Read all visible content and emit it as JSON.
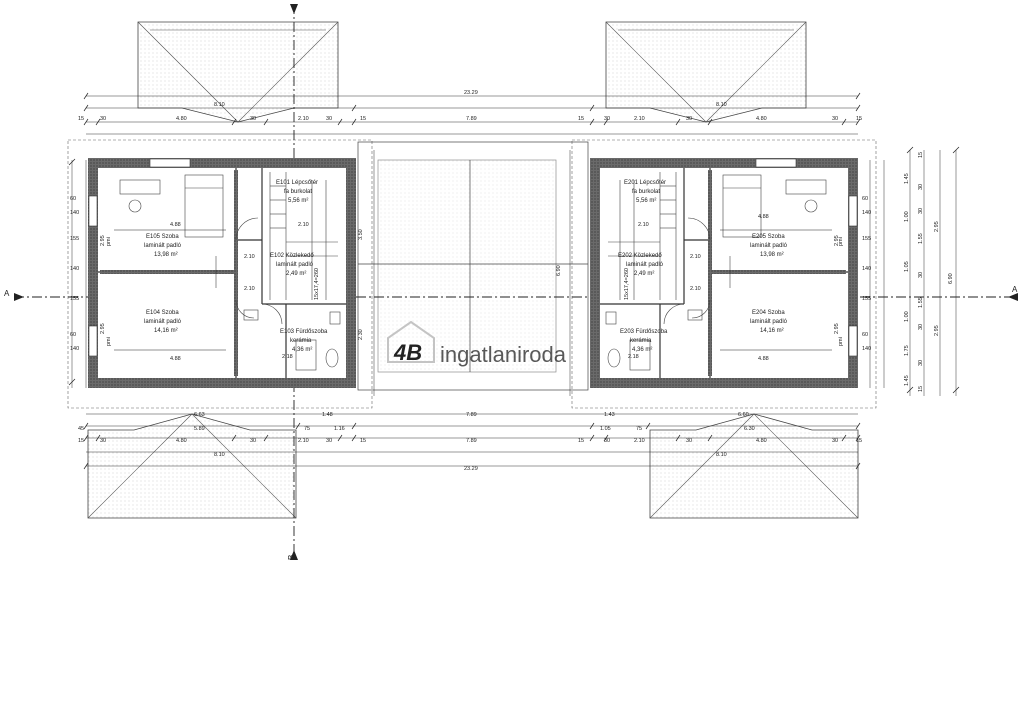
{
  "dimensions": {
    "total": "23.29",
    "half_wing": "8.10",
    "lower_wings": [
      "6.63",
      "6.60"
    ],
    "lower_sub": [
      "5.89",
      "6.30"
    ],
    "top_row": [
      "15",
      "30",
      "4.80",
      "30",
      "2.10",
      "30",
      "15",
      "7.89",
      "15",
      "30",
      "2.10",
      "30",
      "4.80",
      "30",
      "15"
    ],
    "bottom_row": [
      "15",
      "30",
      "4.80",
      "30",
      "2.10",
      "30",
      "15",
      "7.89",
      "15",
      "30",
      "2.10",
      "30",
      "4.80",
      "30",
      "15"
    ],
    "mid_row": [
      "45",
      "1.48",
      "75",
      "1.16",
      "7.89",
      "1.43",
      "1.05",
      "75"
    ],
    "center_inner": [
      "3.50",
      "6.90",
      "2.30"
    ],
    "left_side": [
      "60",
      "140",
      "155",
      "140",
      "155",
      "60",
      "140"
    ],
    "left_vertical": [
      "2.95",
      "2.95"
    ],
    "right_side": [
      "60",
      "140",
      "155",
      "140",
      "155",
      "60",
      "140"
    ],
    "right_vertical": [
      "2.95",
      "2.95"
    ],
    "right_outer": [
      "15",
      "1.45",
      "30",
      "1.00",
      "30",
      "1.55",
      "1.05",
      "30",
      "1.55",
      "1.00",
      "30",
      "1.75",
      "30",
      "1.45",
      "15"
    ],
    "right_totals": [
      "2.95",
      "6.90",
      "2.95"
    ],
    "small_labels": [
      "2.10",
      "2.10",
      "2.10",
      "2.10",
      "2.10",
      "2.10",
      "4.88",
      "4.88",
      "4.88",
      "4.88",
      "2.18",
      "2.18"
    ]
  },
  "rooms": [
    {
      "id": "E101",
      "name": "E101 Lépcsőtér",
      "finish": "fa burkolat",
      "area": "5,56 m²"
    },
    {
      "id": "E102",
      "name": "E102 Közlekedő",
      "finish": "laminált padló",
      "area": "2,49 m²"
    },
    {
      "id": "E103",
      "name": "E103 Fürdőszoba",
      "finish": "kerámia",
      "area": "4,36 m²"
    },
    {
      "id": "E104",
      "name": "E104 Szoba",
      "finish": "laminált padló",
      "area": "14,16 m²"
    },
    {
      "id": "E105",
      "name": "E105 Szoba",
      "finish": "laminált padló",
      "area": "13,98 m²"
    },
    {
      "id": "E201",
      "name": "E201 Lépcsőtér",
      "finish": "fa burkolat",
      "area": "5,56 m²"
    },
    {
      "id": "E202",
      "name": "E202 Közlekedő",
      "finish": "laminált padló",
      "area": "2,49 m²"
    },
    {
      "id": "E203",
      "name": "E203 Fürdőszoba",
      "finish": "kerámia",
      "area": "4,36 m²"
    },
    {
      "id": "E204",
      "name": "E204 Szoba",
      "finish": "laminált padló",
      "area": "14,16 m²"
    },
    {
      "id": "E205",
      "name": "E205 Szoba",
      "finish": "laminált padló",
      "area": "13,98 m²"
    }
  ],
  "section_labels": {
    "a": "A",
    "b": "B"
  },
  "stair_label": "15x17,4=260",
  "window_label": "pmi",
  "watermark": {
    "logo": "4B",
    "text": "ingatlaniroda"
  },
  "colors": {
    "line": "#222222",
    "wall": "#555555",
    "hatch": "#cfcfcf",
    "watermark": "#c9a24a",
    "watermark_logo": "#b8b8b8"
  }
}
